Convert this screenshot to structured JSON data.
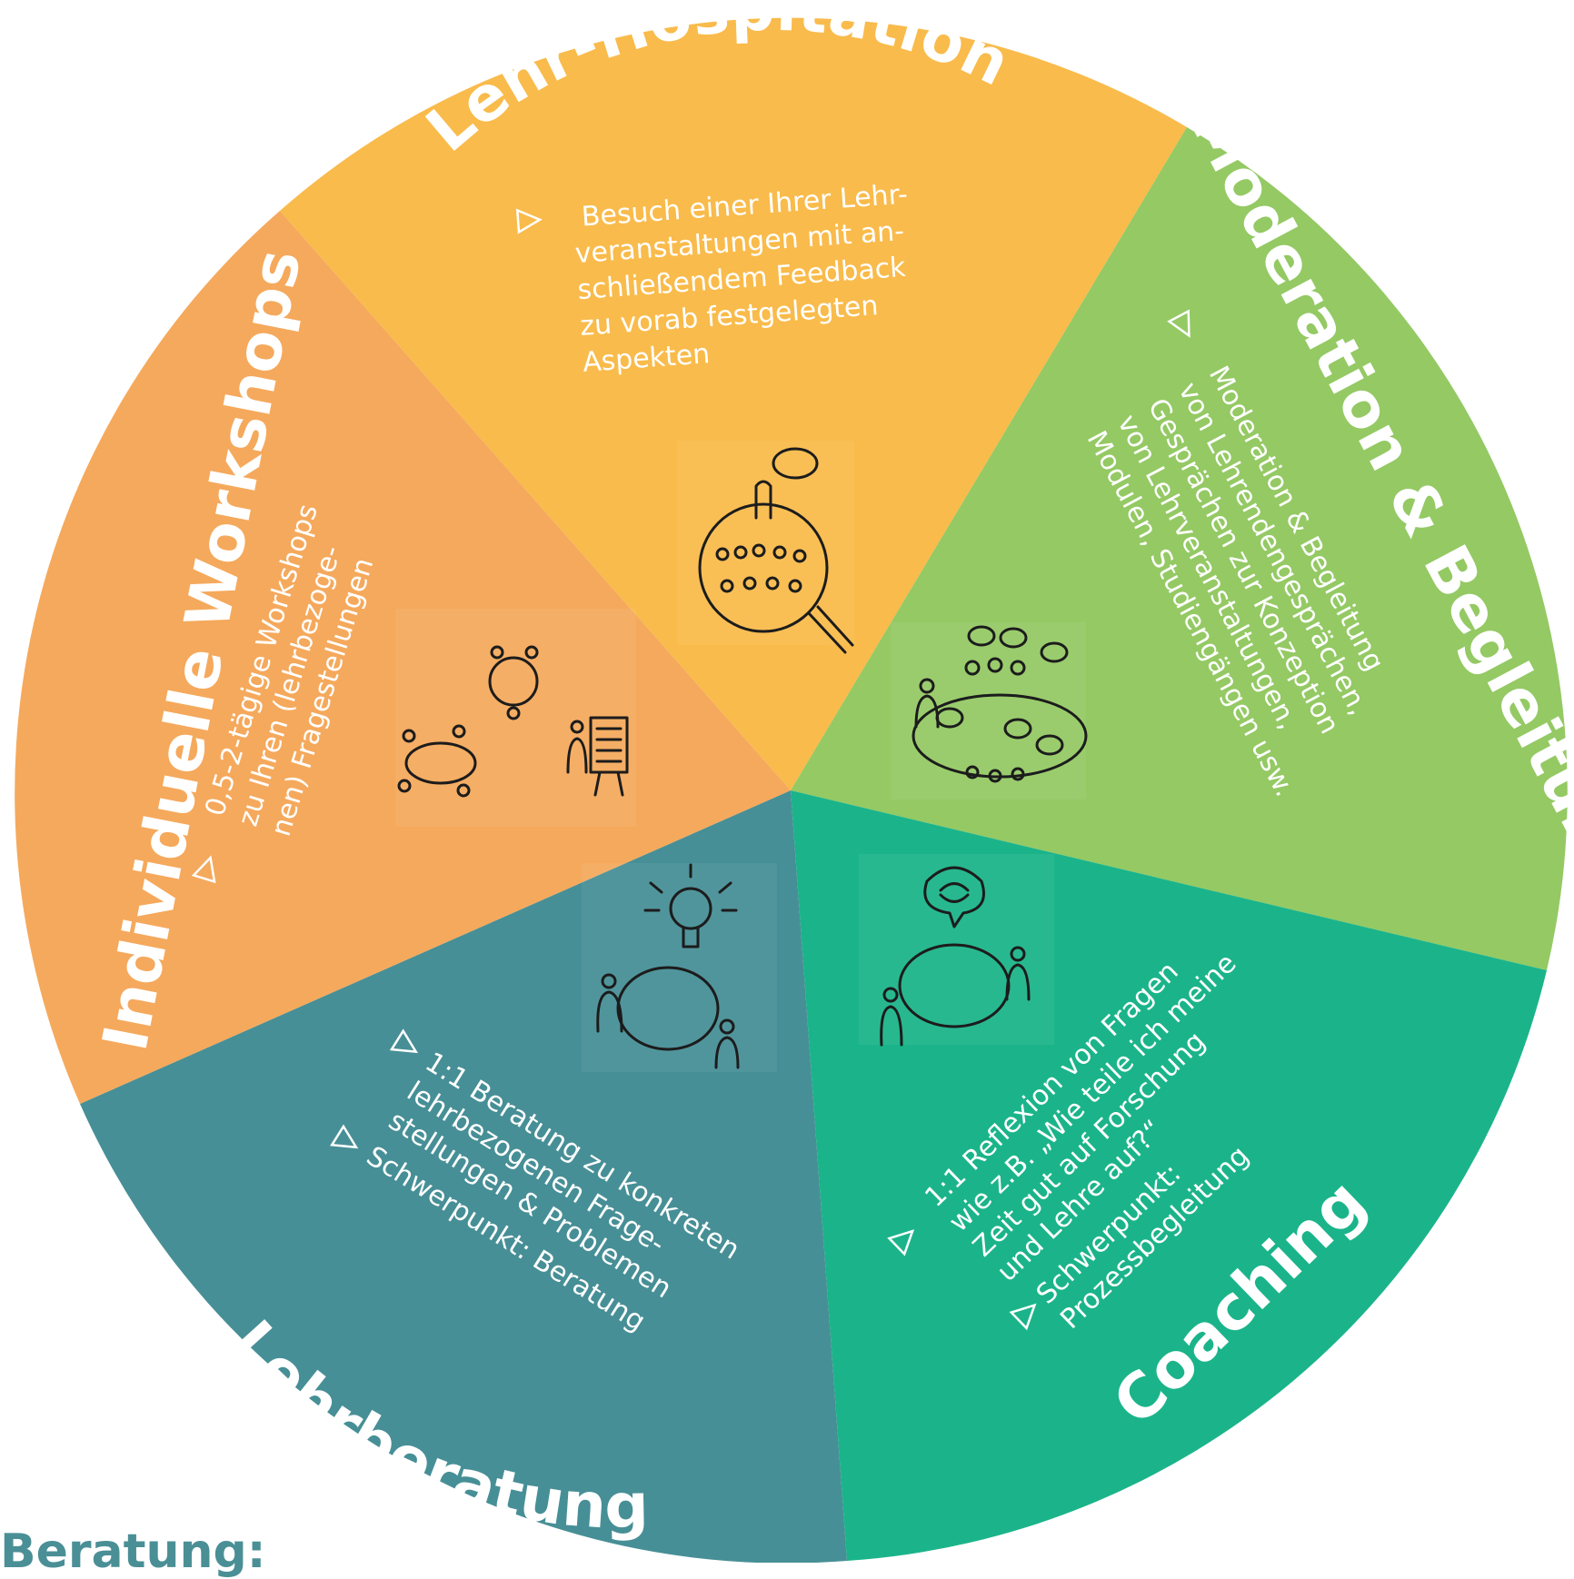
{
  "segments": {
    "hospitation": {
      "title": "Lehr-Hospitation",
      "color": "#f9bb4b",
      "body": [
        "Besuch einer Ihrer Lehr-",
        "veranstaltungen mit an-",
        "schließendem Feedback",
        "zu vorab festgelegten",
        "Aspekten"
      ],
      "icon": "magnifier-audience-icon"
    },
    "moderation": {
      "title": "Moderation & Begleitung",
      "color": "#94c964",
      "body": [
        "Moderation & Begleitung",
        "von Lehrendengesprächen,",
        "Gesprächen zur Konzeption",
        "von Lehrveranstaltungen,",
        "Modulen, Studiengängen usw."
      ],
      "icon": "group-discussion-icon"
    },
    "coaching": {
      "title": "Coaching",
      "color": "#1bb48a",
      "body": [
        "1:1 Reflexion von Fragen",
        "wie z.B. „Wie teile ich meine",
        "Zeit gut auf Forschung",
        "und Lehre auf?“",
        "Schwerpunkt:",
        "Prozessbegleitung"
      ],
      "icon": "reflection-dialogue-icon"
    },
    "lehrberatung": {
      "title": "Lehrberatung",
      "color": "#478f96",
      "body": [
        "1:1 Beratung zu konkreten",
        "lehrbezogenen Frage-",
        "stellungen & Problemen",
        "Schwerpunkt: Beratung"
      ],
      "icon": "idea-consultation-icon"
    },
    "workshops": {
      "title": "Individuelle Workshops",
      "color": "#f5a95c",
      "body": [
        "0,5-2-tägige Workshops",
        "zu Ihren (lehrbezoge-",
        "nen) Fragestellungen"
      ],
      "icon": "workshop-group-icon"
    }
  },
  "footer": {
    "label": "Beratung:"
  }
}
